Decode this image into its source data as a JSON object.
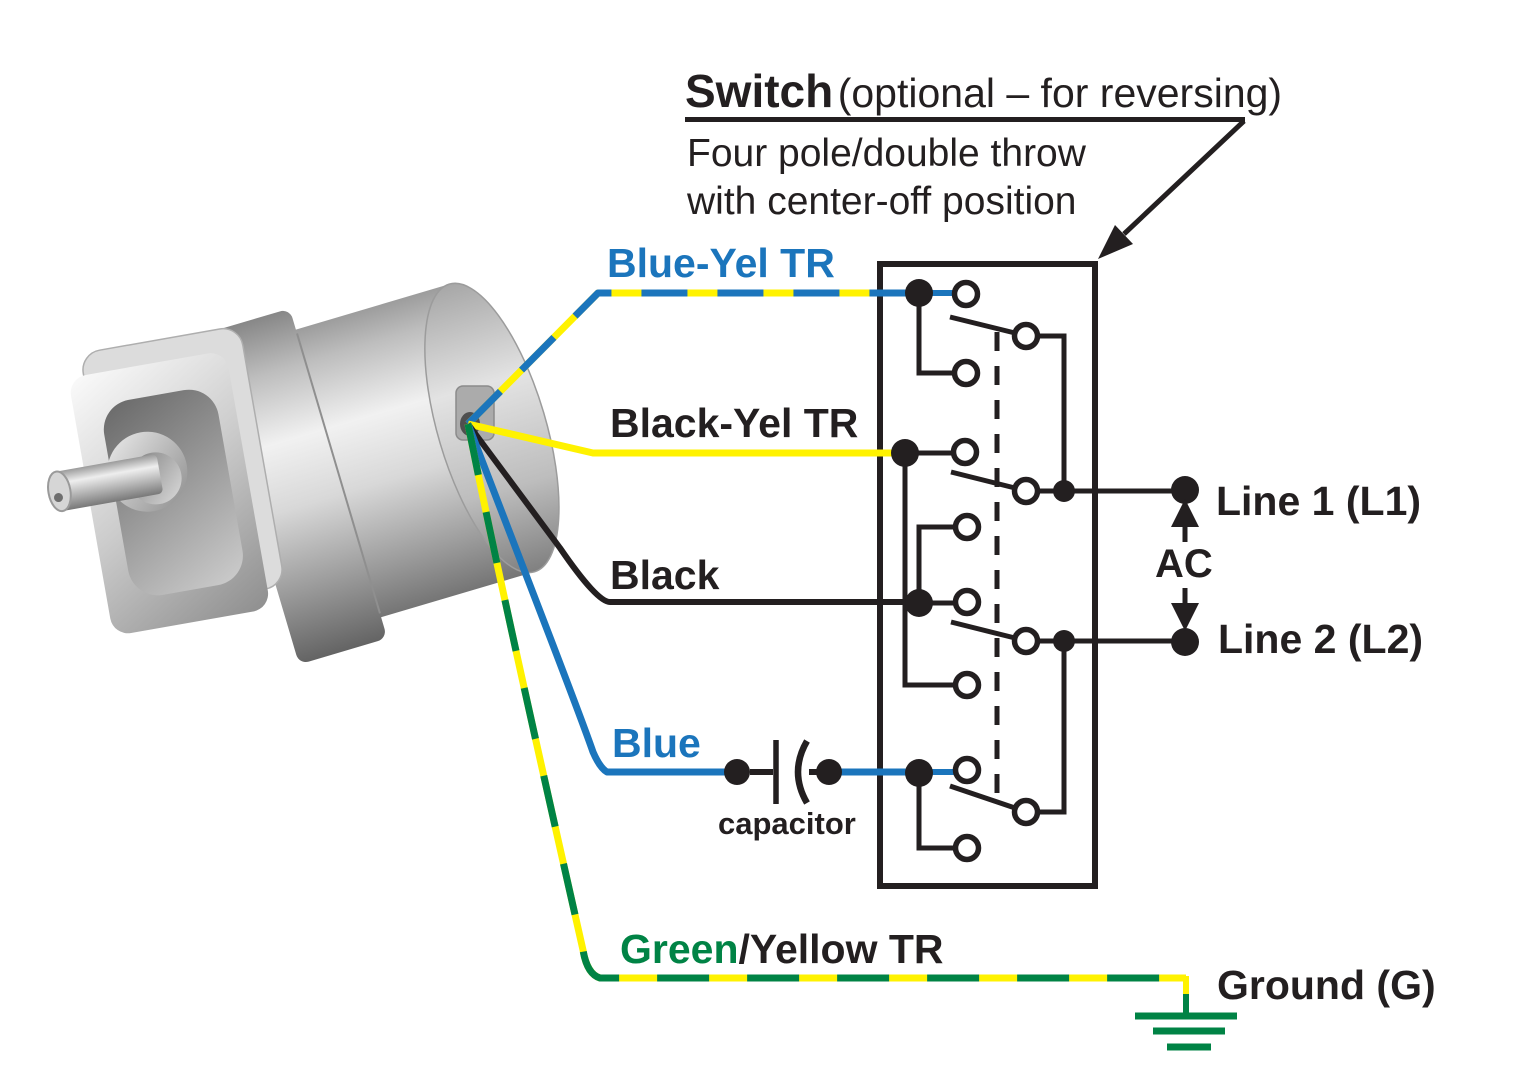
{
  "diagram_title": {
    "main": "Switch",
    "qualifier": "(optional – for reversing)",
    "subtitle_line1": "Four pole/double throw",
    "subtitle_line2": "with center-off position"
  },
  "wire_labels": {
    "blue_yellow_tracer": "Blue-Yel TR",
    "black_yellow_tracer": "Black-Yel TR",
    "black": "Black",
    "blue": "Blue",
    "green": "Green",
    "green_rest": "/Yellow TR"
  },
  "component_labels": {
    "capacitor": "capacitor"
  },
  "power_labels": {
    "line1": "Line 1 (L1)",
    "ac": "AC",
    "line2": "Line 2 (L2)",
    "ground": "Ground (G)"
  },
  "colors": {
    "wire_blue": "#1B75BC",
    "wire_yellow": "#FFF200",
    "wire_green": "#008345",
    "line_black": "#231F20"
  }
}
